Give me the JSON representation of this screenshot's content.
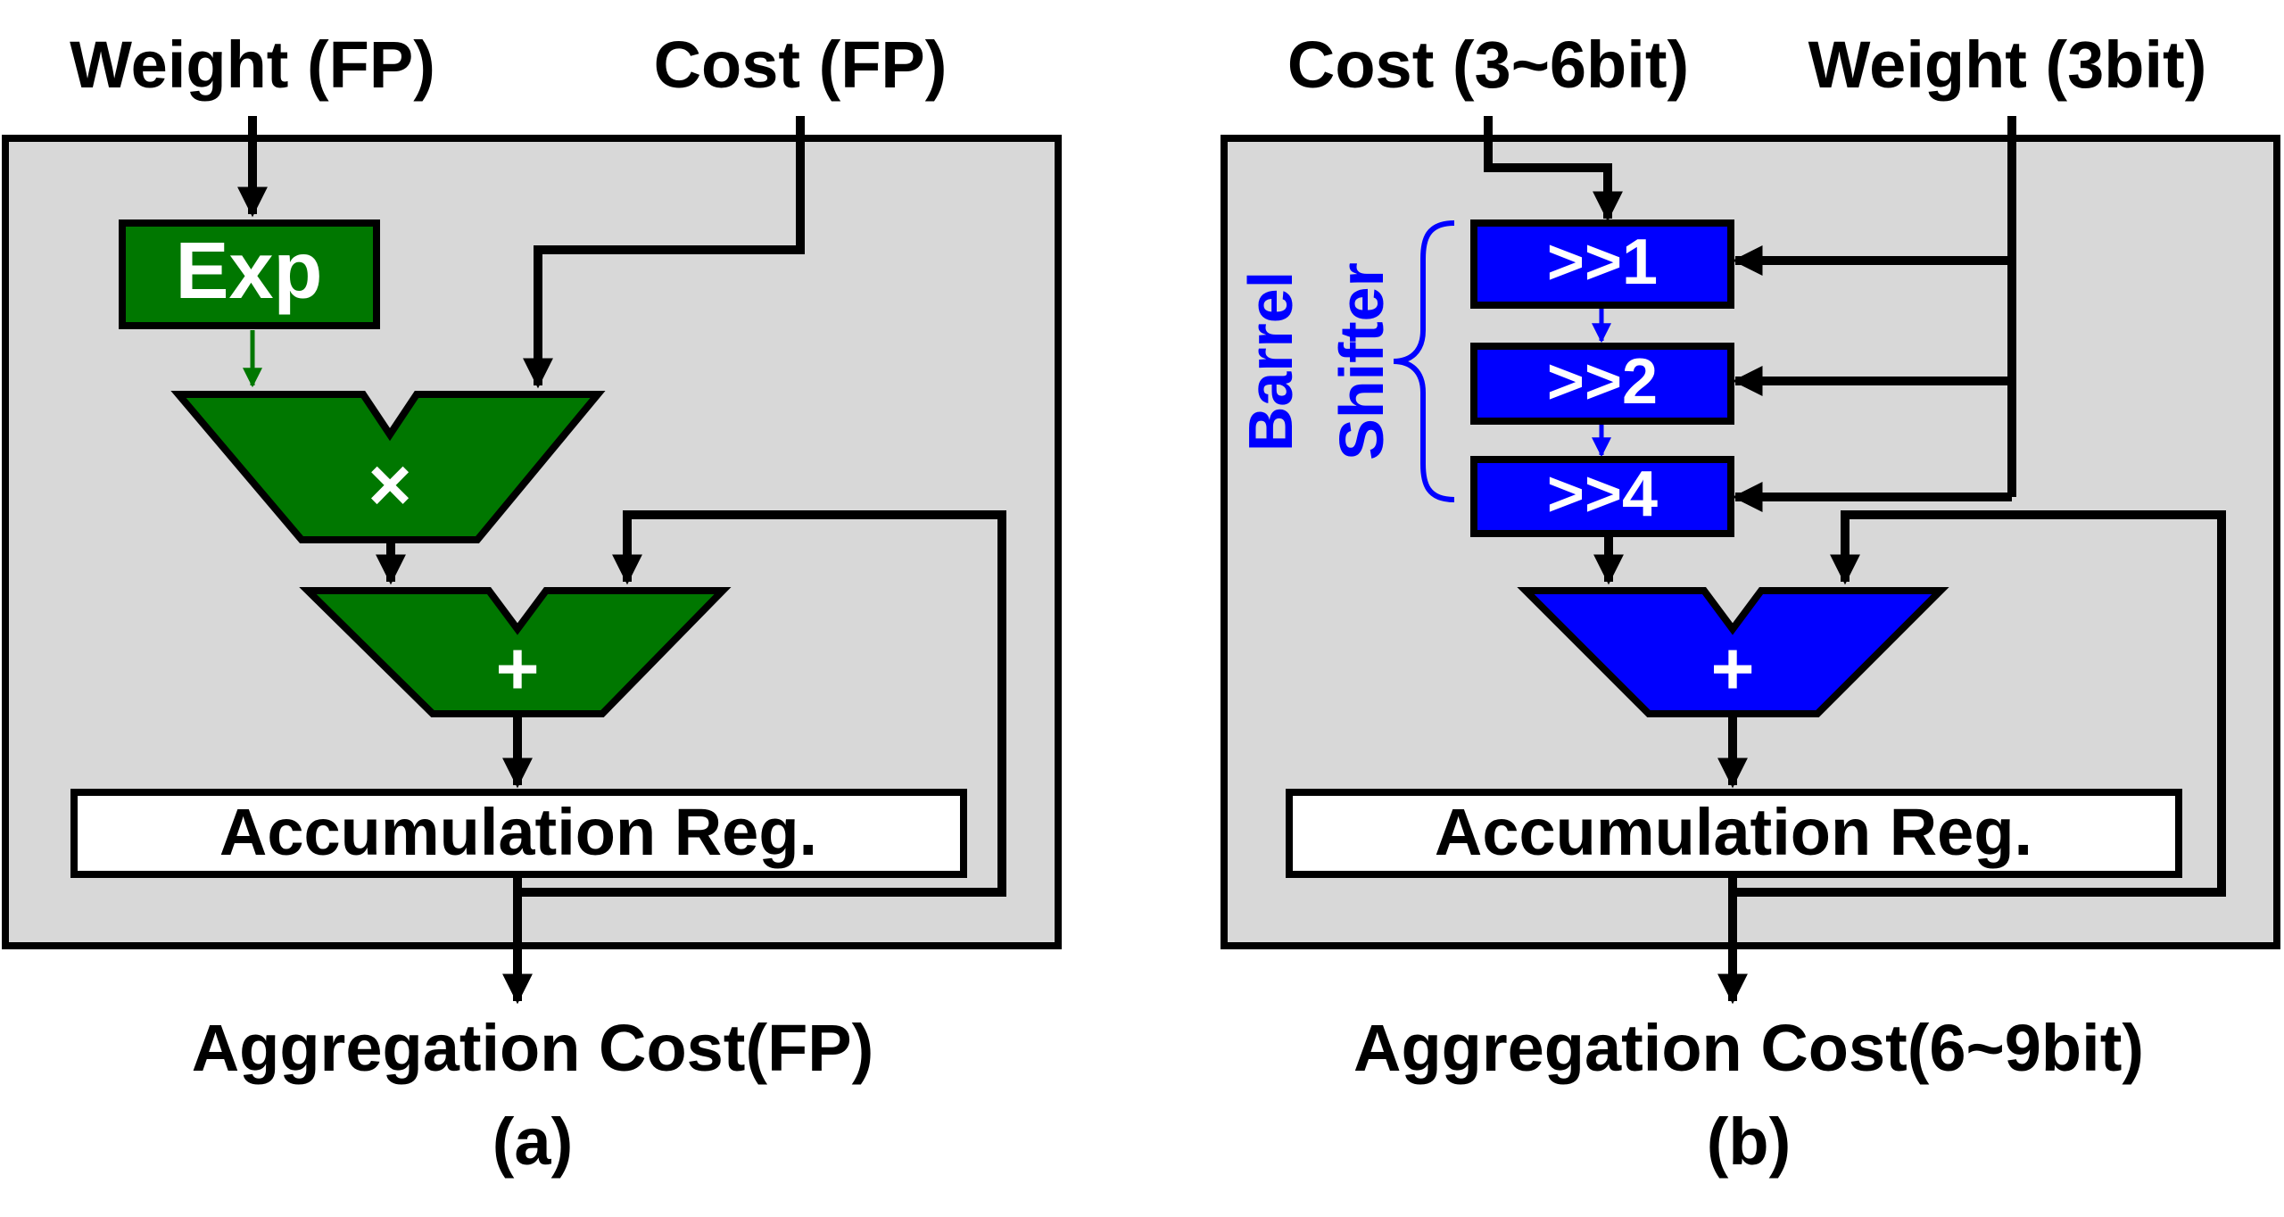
{
  "colors": {
    "panel_bg": "#d8d8d8",
    "green": "#007700",
    "blue": "#0000ff",
    "white": "#ffffff",
    "black": "#000000"
  },
  "panel_a": {
    "input_weight": "Weight (FP)",
    "input_cost": "Cost (FP)",
    "exp_label": "Exp",
    "multiplier_label": "×",
    "adder_label": "+",
    "register_label": "Accumulation Reg.",
    "output_label": "Aggregation Cost(FP)",
    "caption": "(a)"
  },
  "panel_b": {
    "input_cost": "Cost (3~6bit)",
    "input_weight": "Weight (3bit)",
    "shifter_word1": "Barrel",
    "shifter_word2": "Shifter",
    "shift_stages": [
      ">>1",
      ">>2",
      ">>4"
    ],
    "adder_label": "+",
    "register_label": "Accumulation Reg.",
    "output_label": "Aggregation Cost(6~9bit)",
    "caption": "(b)"
  }
}
